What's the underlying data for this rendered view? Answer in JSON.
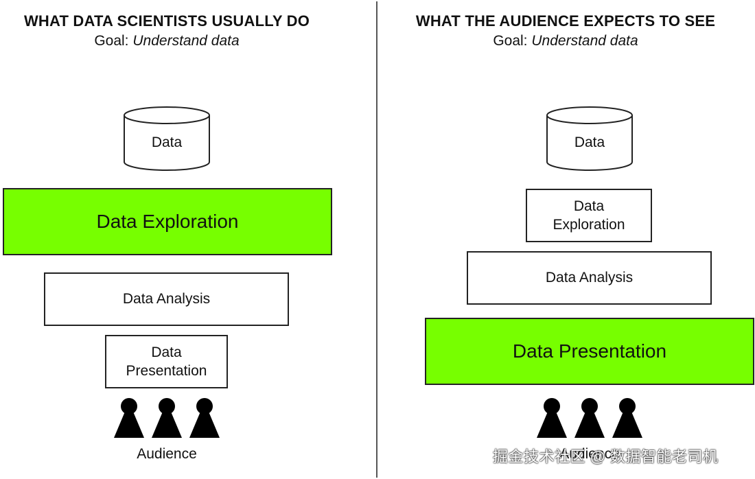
{
  "left": {
    "title": "WHAT DATA SCIENTISTS USUALLY DO",
    "goal_prefix": "Goal:",
    "goal_text": "Understand data",
    "data": "Data",
    "exploration": "Data Exploration",
    "analysis": "Data Analysis",
    "presentation_line1": "Data",
    "presentation_line2": "Presentation",
    "audience": "Audience"
  },
  "right": {
    "title": "WHAT THE AUDIENCE EXPECTS TO SEE",
    "goal_prefix": "Goal:",
    "goal_text": "Understand data",
    "data": "Data",
    "exploration_line1": "Data",
    "exploration_line2": "Exploration",
    "analysis": "Data Analysis",
    "presentation": "Data Presentation",
    "audience": "Audience"
  },
  "colors": {
    "highlight": "#77ff00",
    "outline": "#222222"
  },
  "watermark": "掘金技术社区 @ 数据智能老司机"
}
